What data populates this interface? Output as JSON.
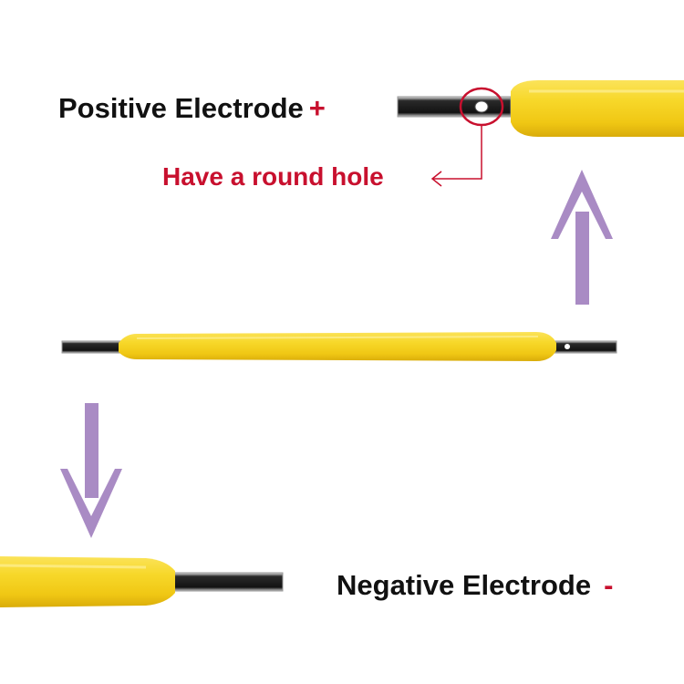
{
  "labels": {
    "positive_text": "Positive Electrode",
    "positive_sign": "+",
    "negative_text": "Negative Electrode",
    "negative_sign": "-",
    "callout": "Have a round hole"
  },
  "colors": {
    "filament_yellow": "#f5d21f",
    "metal_dark": "#1c1c1c",
    "metal_light": "#d9d9d9",
    "arrow_purple": "#a98bc4",
    "callout_red": "#c8102e",
    "text_black": "#111111"
  },
  "icons": {
    "up_arrow": "up-arrow-icon",
    "down_arrow": "down-arrow-icon",
    "callout_arrow": "callout-pointer-icon"
  }
}
